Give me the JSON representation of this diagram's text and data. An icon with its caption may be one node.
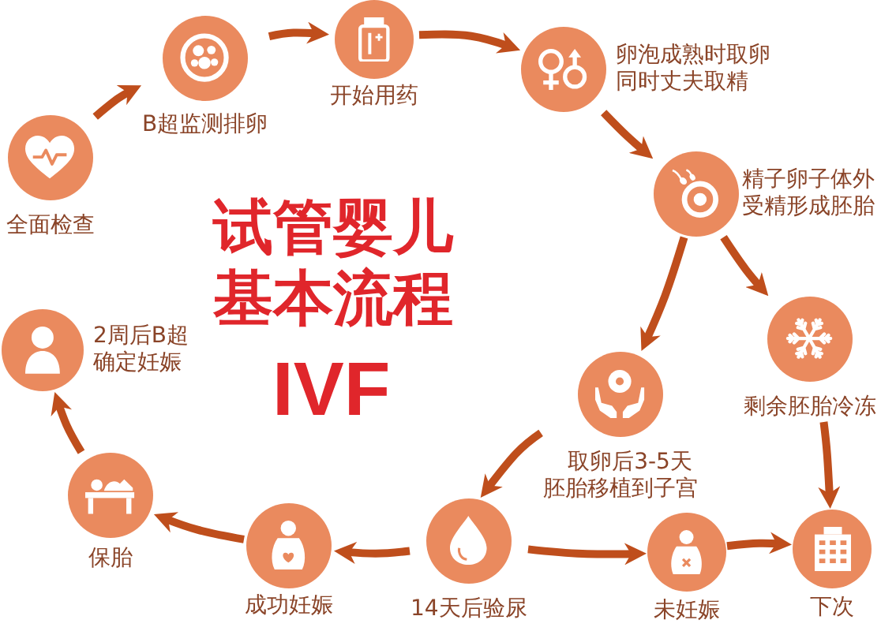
{
  "diagram": {
    "title": "试管婴儿基本流程",
    "nodes": [
      {
        "text": [
          "全面检查"
        ]
      },
      {
        "text": [
          "B超监测排卵"
        ]
      },
      {
        "text": [
          "开始用药"
        ]
      },
      {
        "text": [
          "卵泡成熟时取卵同时丈夫取精"
        ]
      },
      {
        "text": [
          "精子卵子体外受精形成胚胎"
        ]
      },
      {
        "text": [
          "剩余胚胎冷冻"
        ]
      },
      {
        "text": [
          "取卵后3-5天胚胎移植到子宫"
        ]
      },
      {
        "text": [
          "14天后验尿"
        ]
      },
      {
        "text": [
          "成功妊娠"
        ]
      },
      {
        "text": [
          "保胎"
        ]
      },
      {
        "text": [
          "2周后B超确定妊娠"
        ]
      },
      {
        "text": [
          "未妊娠"
        ]
      },
      {
        "text": [
          "下次"
        ]
      }
    ],
    "edges": [
      {
        "from": 0,
        "to": 1,
        "arrow": "to"
      },
      {
        "from": 1,
        "to": 2,
        "arrow": "to"
      },
      {
        "from": 2,
        "to": 3,
        "arrow": "to"
      },
      {
        "from": 3,
        "to": 4,
        "arrow": "to"
      },
      {
        "from": 4,
        "to": 6,
        "arrow": "to"
      },
      {
        "from": 4,
        "to": 5,
        "arrow": "to"
      },
      {
        "from": 6,
        "to": 7,
        "arrow": "to"
      },
      {
        "from": 7,
        "to": 8,
        "arrow": "to"
      },
      {
        "from": 8,
        "to": 9,
        "arrow": "to"
      },
      {
        "from": 9,
        "to": 10,
        "arrow": "to"
      },
      {
        "from": 7,
        "to": 11,
        "arrow": "to"
      },
      {
        "from": 11,
        "to": 12,
        "arrow": "to"
      },
      {
        "from": 5,
        "to": 12,
        "arrow": "to"
      }
    ],
    "labels": [
      "IVF"
    ]
  }
}
